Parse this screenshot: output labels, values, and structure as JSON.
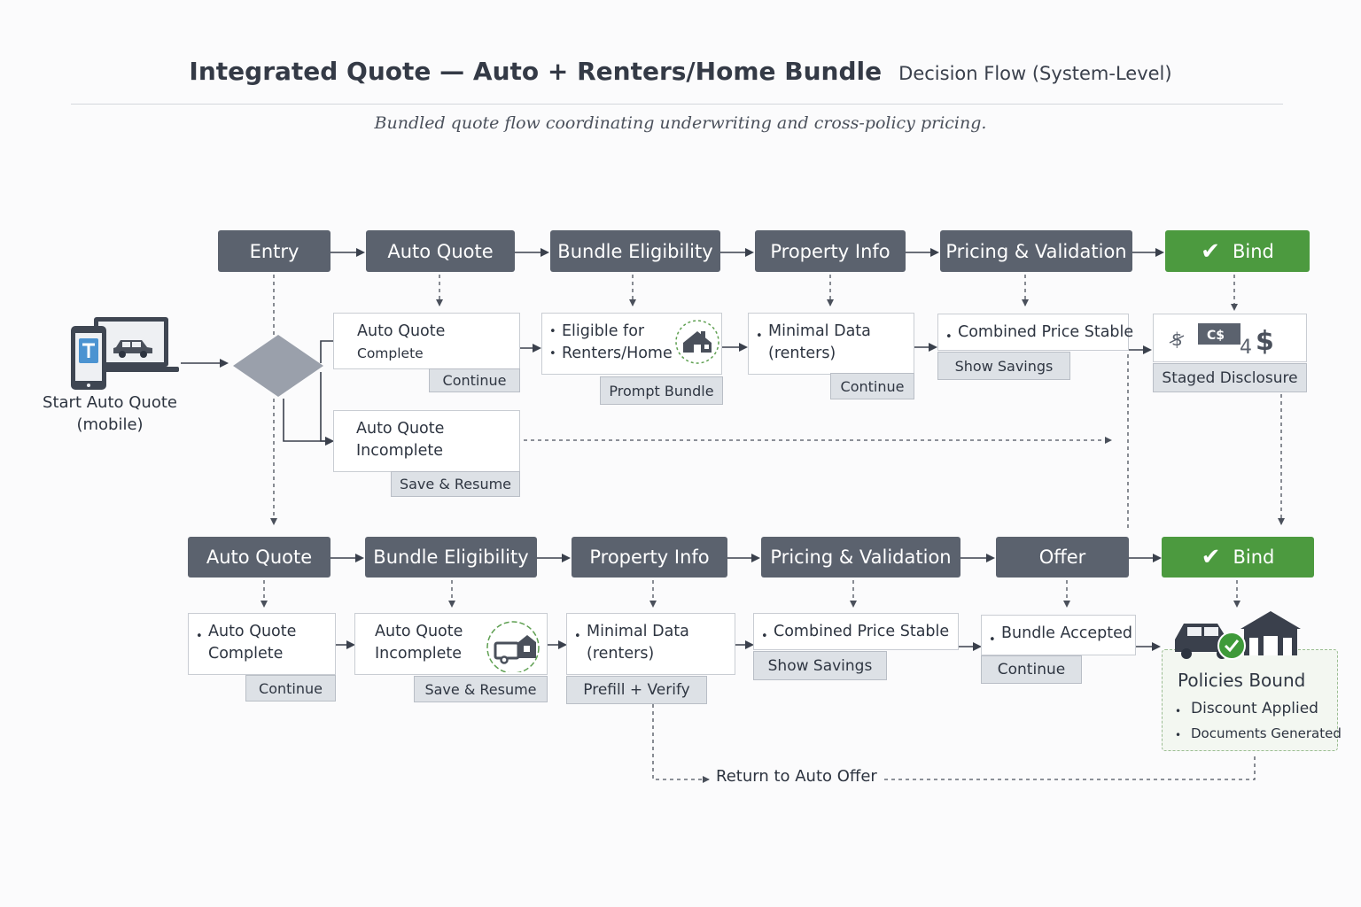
{
  "header": {
    "title": "Integrated Quote — Auto + Renters/Home Bundle",
    "title_suffix": "Decision Flow (System-Level)",
    "subtitle": "Bundled quote flow coordinating underwriting and cross-policy pricing."
  },
  "start": {
    "label_line1": "Start Auto Quote",
    "label_line2": "(mobile)"
  },
  "top_row": {
    "stages": [
      "Entry",
      "Auto Quote",
      "Bundle Eligibility",
      "Property Info",
      "Pricing & Validation",
      "Bind"
    ],
    "complete_box": {
      "text_main": "Auto Quote",
      "text_small": "Complete",
      "action": "Continue"
    },
    "incomplete_box": {
      "line1": "Auto Quote",
      "line2": "Incomplete",
      "action": "Save & Resume"
    },
    "eligibility_box": {
      "item1": "Eligible for",
      "item2": "Renters/Home",
      "action": "Prompt Bundle"
    },
    "property_box": {
      "line1": "Minimal Data",
      "line2": "(renters)",
      "action": "Continue"
    },
    "pricing_box": {
      "line1": "Combined Price Stable",
      "action": "Show Savings"
    },
    "disclosure_box": {
      "action": "Staged Disclosure"
    }
  },
  "bottom_row": {
    "stages": [
      "Auto Quote",
      "Bundle Eligibility",
      "Property Info",
      "Pricing & Validation",
      "Offer",
      "Bind"
    ],
    "auto_box": {
      "line1": "Auto Quote",
      "line2": "Complete",
      "action": "Continue"
    },
    "eligibility_box": {
      "line1": "Auto Quote",
      "line2": "Incomplete",
      "action": "Save & Resume"
    },
    "property_box": {
      "line1": "Minimal Data",
      "line2": "(renters)",
      "action": "Prefill + Verify"
    },
    "pricing_box": {
      "line1": "Combined Price Stable",
      "action": "Show Savings"
    },
    "offer_box": {
      "line1": "Bundle Accepted",
      "action": "Continue"
    },
    "policies": {
      "title": "Policies Bound",
      "items": [
        "Discount Applied",
        "Documents Generated"
      ]
    }
  },
  "return_label": "Return to Auto Offer",
  "colors": {
    "stage": "#5b626e",
    "bind": "#4c9a3f",
    "decision": "#9aa0ab",
    "accent_green": "#3f9a3a"
  },
  "icons": [
    "devices-icon",
    "car-icon",
    "decision-diamond",
    "house-icon",
    "camper-icon",
    "money-icon",
    "car-house-icon",
    "check-badge-icon"
  ]
}
